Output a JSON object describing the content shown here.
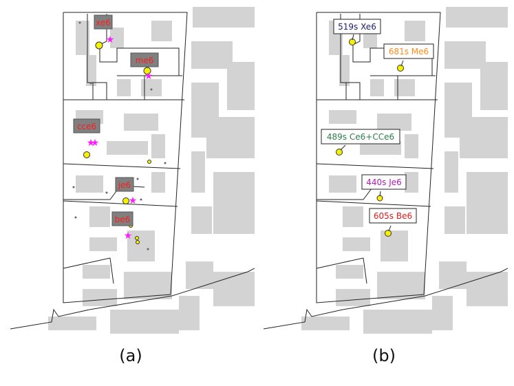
{
  "colors": {
    "building": "#d3d3d3",
    "parcel_line": "#222222",
    "marker_fill": "#f7f000",
    "marker_stroke": "#333333",
    "star": "#ff1aff",
    "label_a_bg": "#808080",
    "label_a_text": "#ff1a1a"
  },
  "panel_a": {
    "caption": "(a)",
    "labels": [
      {
        "id": "xe6",
        "text": "xe6"
      },
      {
        "id": "me6",
        "text": "me6"
      },
      {
        "id": "cce6",
        "text": "cce6"
      },
      {
        "id": "je6",
        "text": "je6"
      },
      {
        "id": "be6",
        "text": "be6"
      }
    ]
  },
  "panel_b": {
    "caption": "(b)",
    "labels": [
      {
        "id": "xe6",
        "text": "519s Xe6",
        "color": "#1a1a6e"
      },
      {
        "id": "me6",
        "text": "681s Me6",
        "color": "#ff8c1a"
      },
      {
        "id": "ce6",
        "text": "489s Ce6+CCe6",
        "color": "#2e7d4a"
      },
      {
        "id": "je6",
        "text": "440s Je6",
        "color": "#b01ab0"
      },
      {
        "id": "be6",
        "text": "605s Be6",
        "color": "#e01a1a"
      }
    ]
  }
}
